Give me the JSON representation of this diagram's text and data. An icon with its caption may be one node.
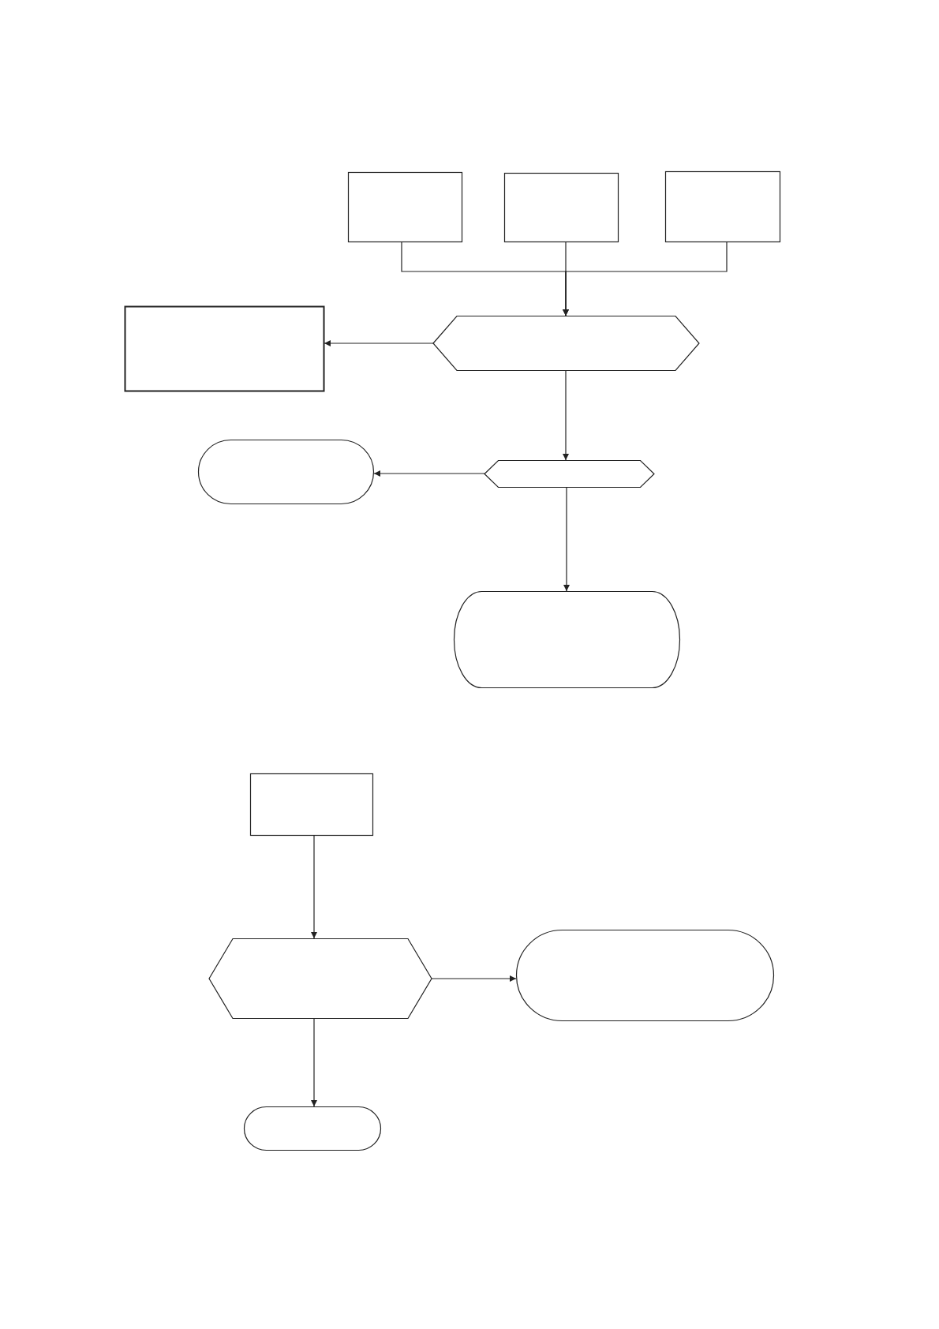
{
  "diagram": {
    "nodes": [
      {
        "text": [],
        "shape": "box"
      },
      {
        "text": [],
        "shape": "box"
      },
      {
        "text": [],
        "shape": "box"
      },
      {
        "text": [],
        "shape": "hexagon"
      },
      {
        "text": [],
        "shape": "box"
      },
      {
        "text": [],
        "shape": "hexagon"
      },
      {
        "text": [],
        "shape": "pill"
      },
      {
        "text": [],
        "shape": "pill"
      },
      {
        "text": [],
        "shape": "box"
      },
      {
        "text": [],
        "shape": "hexagon"
      },
      {
        "text": [],
        "shape": "pill"
      },
      {
        "text": [],
        "shape": "pill"
      }
    ],
    "edges": [
      {
        "from": 0,
        "to": 3,
        "arrow": "to"
      },
      {
        "from": 1,
        "to": 3,
        "arrow": "to"
      },
      {
        "from": 2,
        "to": 3,
        "arrow": "to"
      },
      {
        "from": 3,
        "to": 4,
        "arrow": "to"
      },
      {
        "from": 3,
        "to": 5,
        "arrow": "to"
      },
      {
        "from": 5,
        "to": 6,
        "arrow": "to"
      },
      {
        "from": 5,
        "to": 7,
        "arrow": "to"
      },
      {
        "from": 8,
        "to": 9,
        "arrow": "to"
      },
      {
        "from": 9,
        "to": 10,
        "arrow": "to"
      },
      {
        "from": 9,
        "to": 11,
        "arrow": "to"
      }
    ]
  }
}
